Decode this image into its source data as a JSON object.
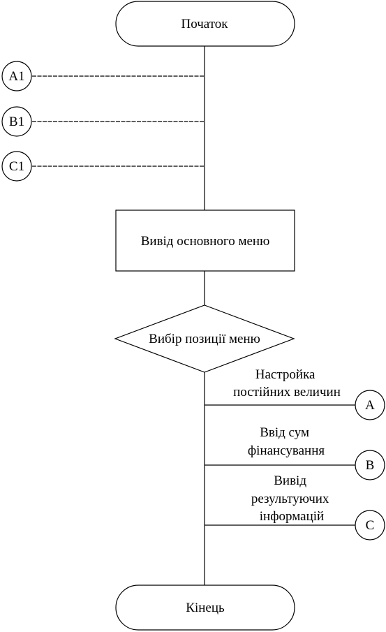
{
  "diagram": {
    "start": {
      "label": "Початок"
    },
    "end": {
      "label": "Кінець"
    },
    "process": {
      "label": "Вивід основного меню"
    },
    "decision": {
      "label": "Вибір позиції меню"
    },
    "entry_connectors": [
      {
        "label": "A1"
      },
      {
        "label": "B1"
      },
      {
        "label": "C1"
      }
    ],
    "branches": [
      {
        "label_lines": [
          "Настройка",
          "постійних величин"
        ],
        "connector": "A"
      },
      {
        "label_lines": [
          "Ввід сум",
          "фінансування"
        ],
        "connector": "B"
      },
      {
        "label_lines": [
          "Вивід",
          "результуючих",
          "інформацій"
        ],
        "connector": "C"
      }
    ]
  }
}
